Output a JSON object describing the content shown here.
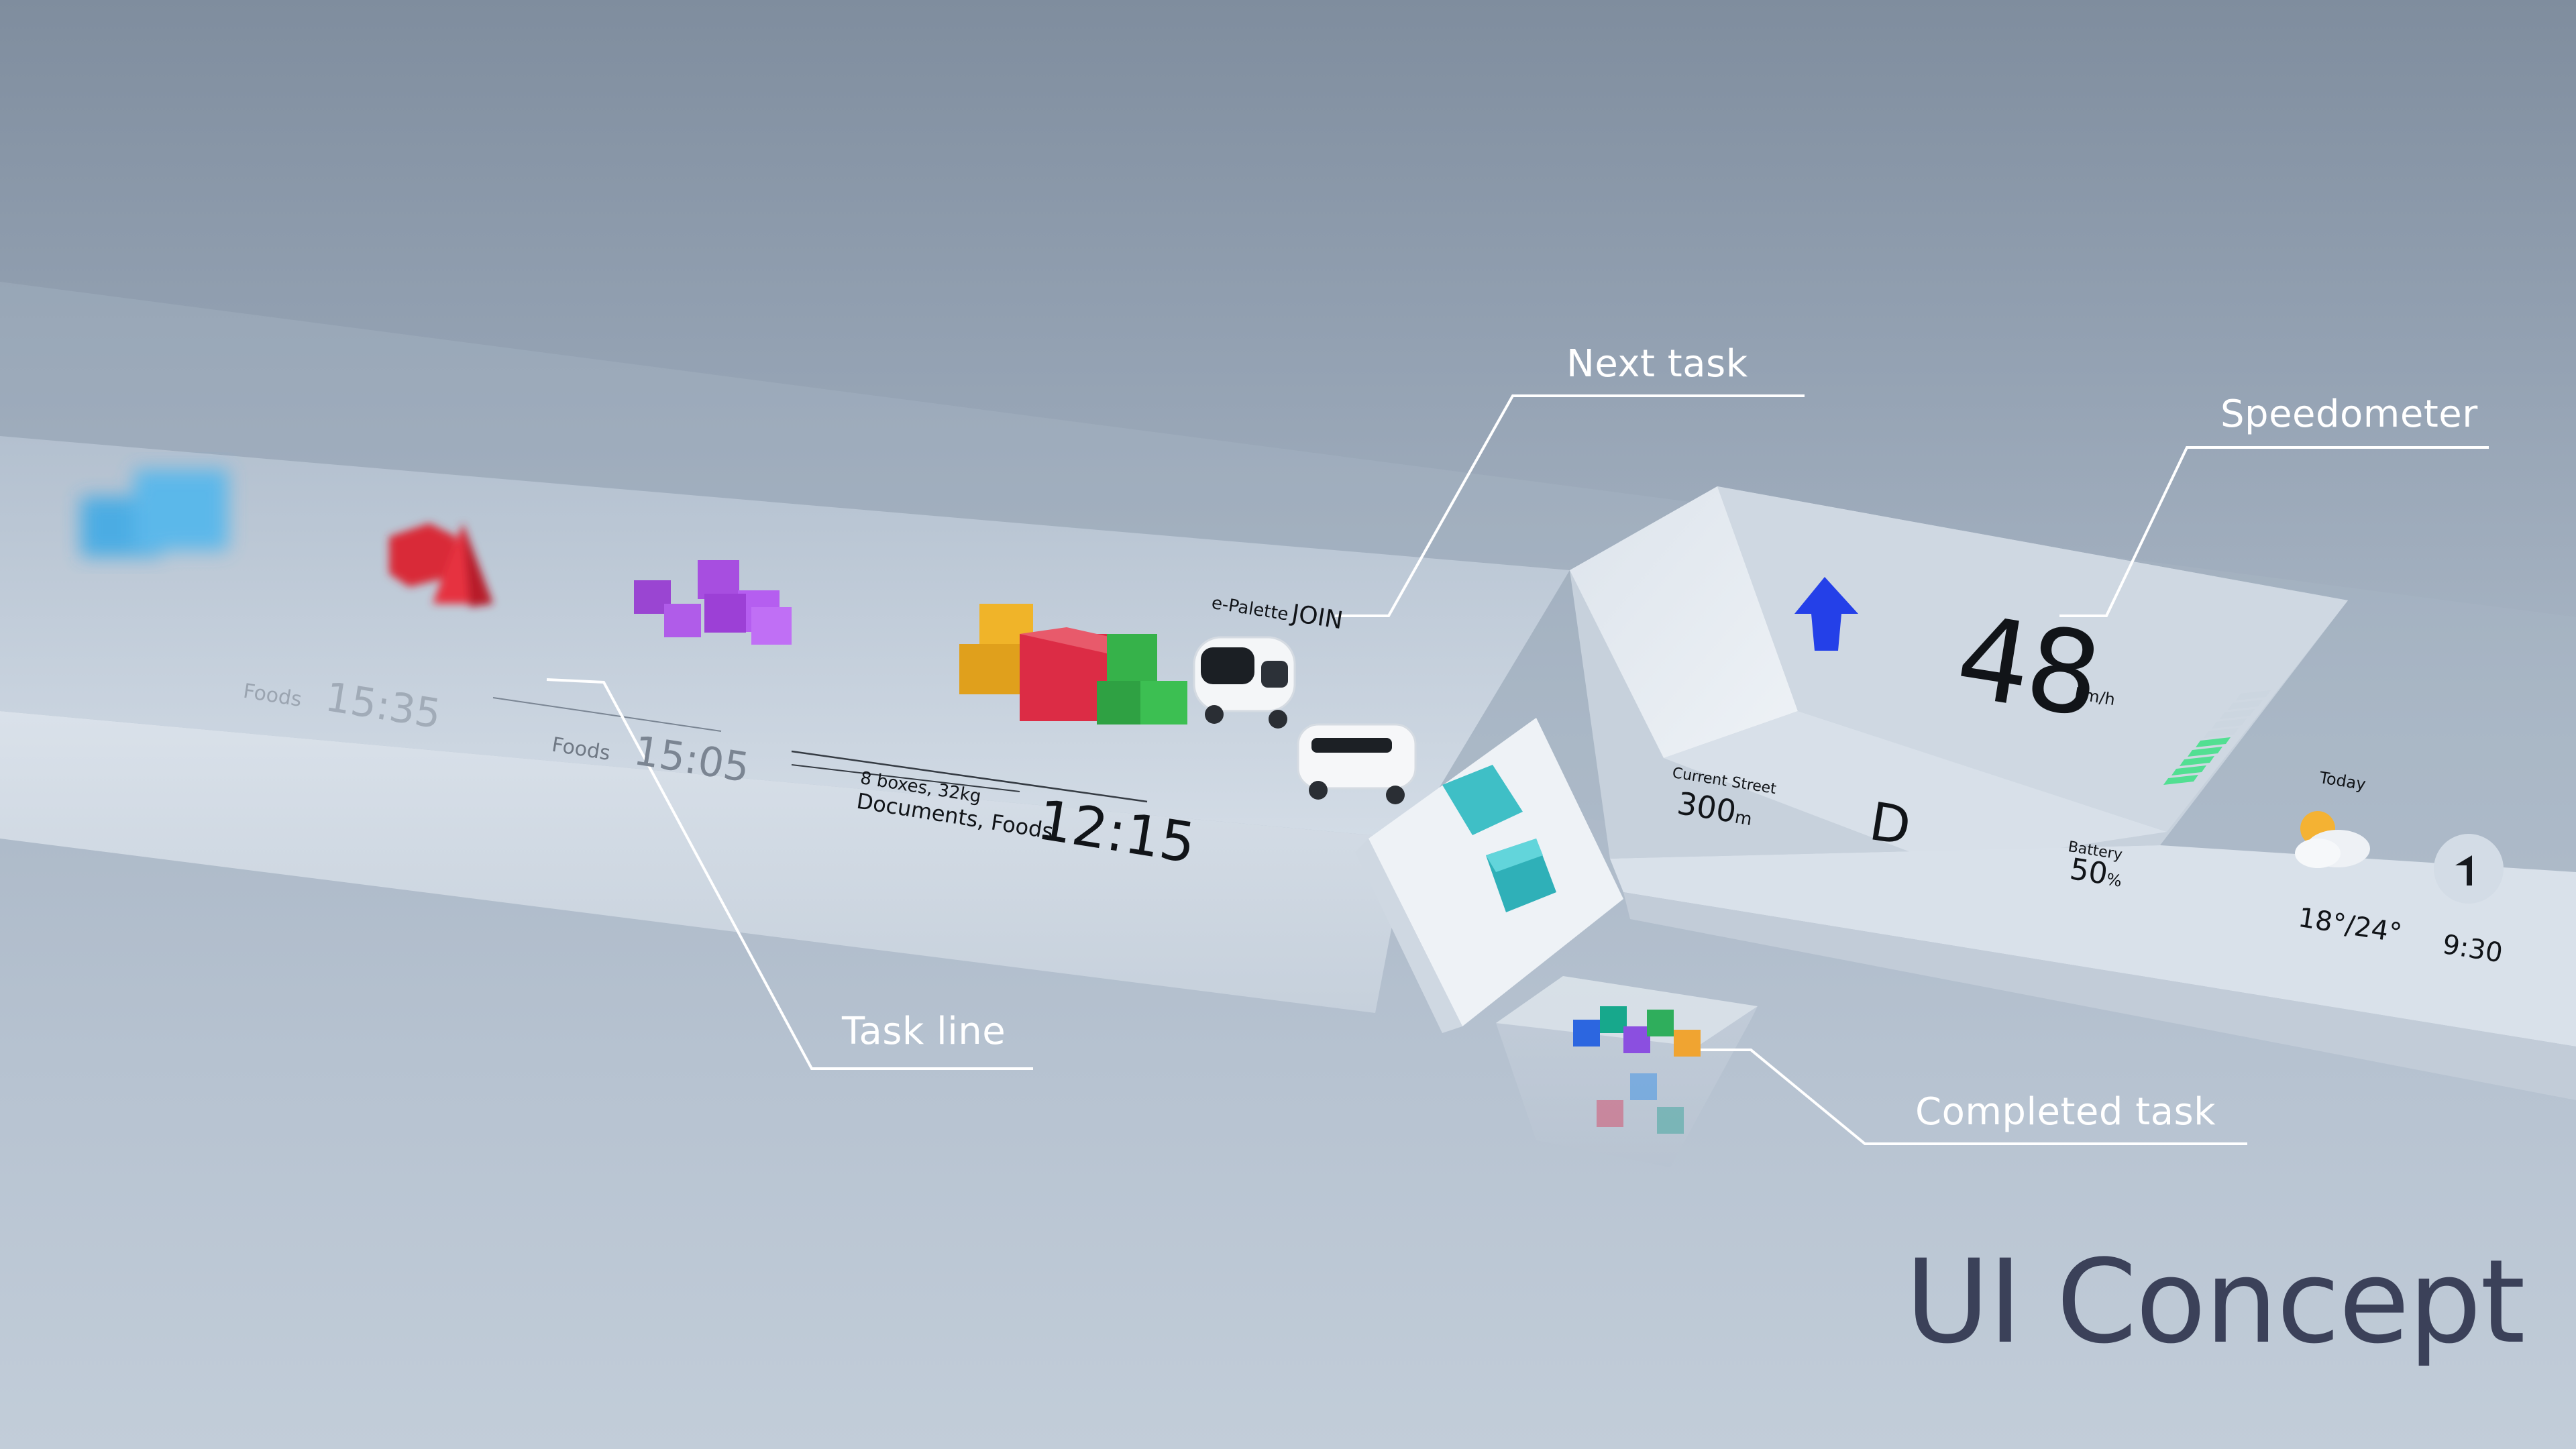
{
  "callouts": {
    "next_task": "Next task",
    "speedometer": "Speedometer",
    "task_line": "Task line",
    "completed_task": "Completed task"
  },
  "task_line": {
    "tasks": [
      {
        "label": "Foods",
        "time": "15:35"
      },
      {
        "label": "Foods",
        "time": "15:05"
      },
      {
        "label_line1": "8 boxes, 32kg",
        "label_line2": "Documents, Foods",
        "time": "12:15"
      }
    ],
    "vehicle": {
      "brand_small": "e-Palette",
      "brand_large": "JOIN"
    }
  },
  "dashboard": {
    "speed": "48",
    "speed_unit": "km/h",
    "street_label": "Current Street",
    "street_distance": "300",
    "street_unit": "m",
    "gear": "D",
    "battery_label": "Battery",
    "battery_value": "50",
    "battery_unit": "%",
    "battery_level": 0.5,
    "arrow_icon": "up-arrow-icon",
    "weather": {
      "label": "Today",
      "temps": "18°/24°",
      "icon": "partly-sunny-icon"
    },
    "clock": {
      "time": "9:30",
      "icon": "turn-sign-icon"
    }
  },
  "title": "UI Concept",
  "colors": {
    "navigation_arrow": "#2440e8",
    "battery_bar": "#44e08a",
    "title": "#3b4159",
    "callout": "#ffffff"
  }
}
